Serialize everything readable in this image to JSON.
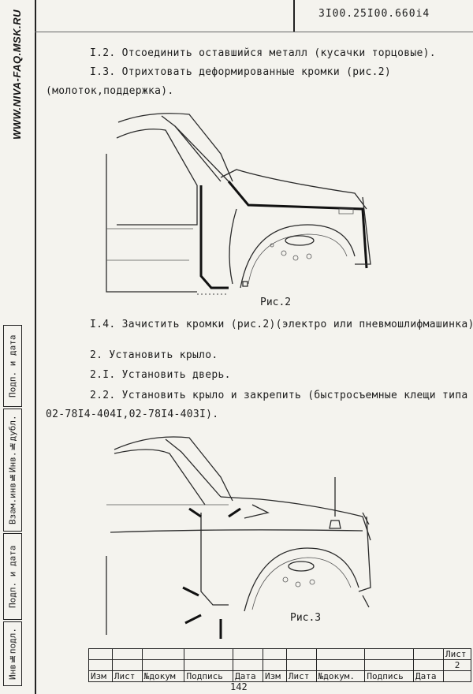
{
  "header": {
    "doc_number": "3I00.25I00.660і4"
  },
  "watermark": "WWW.NIVA-FAQ.MSK.RU",
  "steps": [
    {
      "text": "I.2. Отсоединить оставшийся металл (кусачки торцовые)."
    },
    {
      "text": "I.3. Отрихтовать деформированные кромки (рис.2)"
    },
    {
      "text": "(молоток,поддержка)."
    },
    {
      "text": "I.4. Зачистить кромки (рис.2)(электро или пневмошлифмашинка)."
    },
    {
      "text": "2. Установить крыло."
    },
    {
      "text": "2.I. Установить дверь."
    },
    {
      "text": "2.2. Установить крыло и закрепить (быстросъемные клещи типа"
    },
    {
      "text": "02-78I4-404I,02-78I4-403I)."
    }
  ],
  "figures": {
    "fig2_caption": "Рис.2",
    "fig3_caption": "Рис.3"
  },
  "side_boxes": [
    {
      "text": "Инв№подл."
    },
    {
      "text": "Подп. и дата"
    },
    {
      "text": "Взам.инв№Инв.№дубл."
    },
    {
      "text": "Подп. и дата"
    }
  ],
  "stamp": {
    "sheet_label": "Лист",
    "sheet_number": "2",
    "columns": [
      "Изм",
      "Лист",
      "№докум",
      "Подпись",
      "Дата",
      "Изм",
      "Лист",
      "№докум.",
      "Подпись",
      "Дата"
    ]
  },
  "page_number": "142"
}
